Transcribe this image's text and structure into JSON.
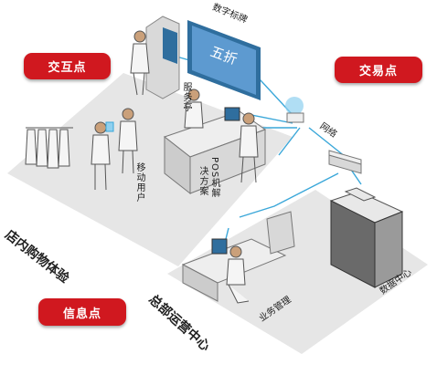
{
  "badges": {
    "interaction_point": "交互点",
    "transaction_point": "交易点",
    "information_point": "信息点"
  },
  "labels": {
    "digital_signage": "数字标牌",
    "signage_screen_text": "五折",
    "service_desk": "服务亭",
    "mobile_user": "移动用户",
    "pos_solution_line1": "POS机解",
    "pos_solution_line2": "决方案",
    "network": "网络",
    "data_center": "数据中心",
    "business_management": "业务管理",
    "in_store_experience": "店内购物体验",
    "hq_operations_center": "总部运营中心"
  },
  "colors": {
    "badge": "#d0181f",
    "link_line": "#3aa7d9",
    "floor": "#e6e6e6"
  }
}
